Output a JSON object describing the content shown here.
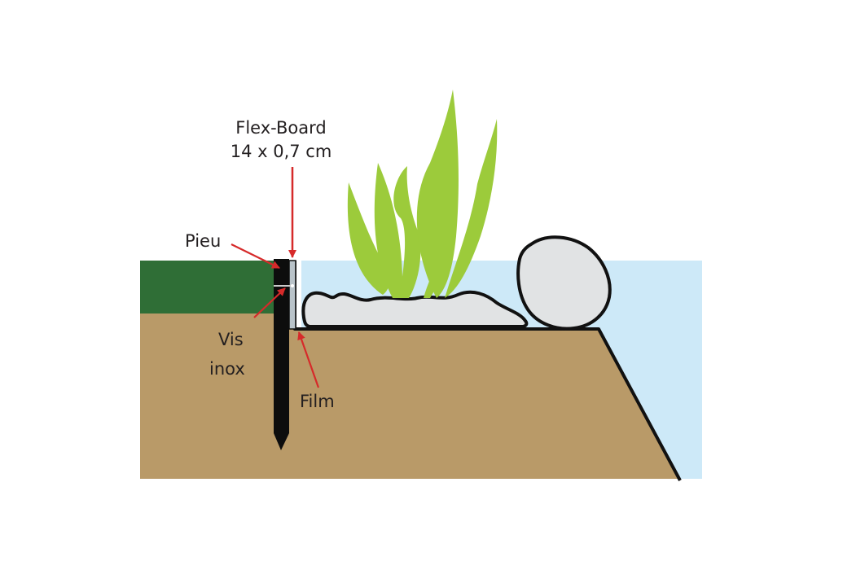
{
  "labels": {
    "product_name": "Flex-Board",
    "product_size": "14 x 0,7 cm",
    "stake": "Pieu",
    "screw_line1": "Vis",
    "screw_line2": "inox",
    "film": "Film"
  },
  "colors": {
    "background": "#ffffff",
    "water": "#cde9f8",
    "grass": "#2f6e36",
    "soil": "#b99a68",
    "plant": "#9ccb3b",
    "stone": "#e1e3e4",
    "outline": "#111111",
    "arrow": "#d62a2a",
    "stake": "#0d0d0d"
  },
  "icons": [
    "plant-icon",
    "stone-icon",
    "stake-icon",
    "screw-icon"
  ]
}
